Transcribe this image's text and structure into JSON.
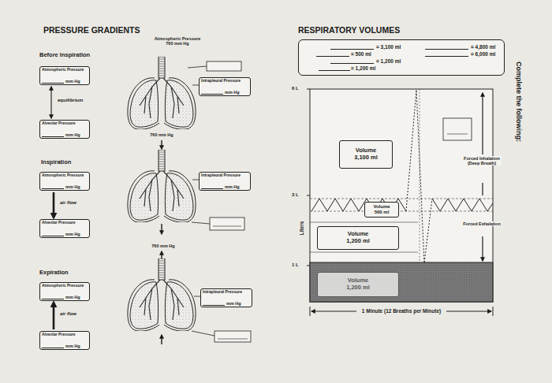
{
  "diagram": {
    "nodes": [
      {
        "text": [
          "Atmospheric Pressure",
          "mm Hg"
        ]
      },
      {
        "text": [
          "Intrapleural Pressure",
          "mm Hg"
        ]
      },
      {
        "text": [
          "Alveolar Pressure",
          "mm Hg"
        ]
      },
      {
        "text": [
          "Atmospheric Pressure",
          "mm Hg"
        ]
      },
      {
        "text": [
          "Intrapleural Pressure",
          "mm Hg"
        ]
      },
      {
        "text": [
          "Alveolar Pressure",
          "mm Hg"
        ]
      },
      {
        "text": [
          "Atmospheric Pressure",
          "mm Hg"
        ]
      },
      {
        "text": [
          "Intrapleural Pressure",
          "mm Hg"
        ]
      },
      {
        "text": [
          "Alveolar Pressure",
          "mm Hg"
        ]
      },
      {
        "text": [
          "= 3,100 ml",
          "= 4,800 ml",
          "= 500 ml",
          "= 6,000 ml",
          "= 1,200 ml",
          "= 1,200 ml"
        ]
      },
      {
        "text": [
          "Volume 3,100 ml"
        ]
      },
      {
        "text": [
          "Volume 500 ml"
        ]
      },
      {
        "text": [
          "Volume 1,200 ml"
        ]
      },
      {
        "text": [
          "Volume 1,200 ml"
        ]
      }
    ],
    "edges": [
      {
        "from": 0,
        "to": 2,
        "arrow": "both",
        "label": "equilibrium"
      },
      {
        "from": 3,
        "to": 5,
        "arrow": "to",
        "label": "air flow"
      },
      {
        "from": 8,
        "to": 6,
        "arrow": "to",
        "label": "air flow"
      }
    ],
    "labels": [
      "PRESSURE GRADIENTS",
      "Atmospheric Pressure 760 mm Hg",
      "Before Inspiration",
      "760 mm Hg",
      "Inspiration",
      "760 mm Hg",
      "Expiration",
      "RESPIRATORY VOLUMES",
      "6 L",
      "3 L",
      "1 L",
      "Liters",
      "Forced Inhalation (Deep Breath)",
      "Forced Exhalation",
      "1 Minute (12 Breaths per Minute)",
      "Complete the following:"
    ]
  }
}
